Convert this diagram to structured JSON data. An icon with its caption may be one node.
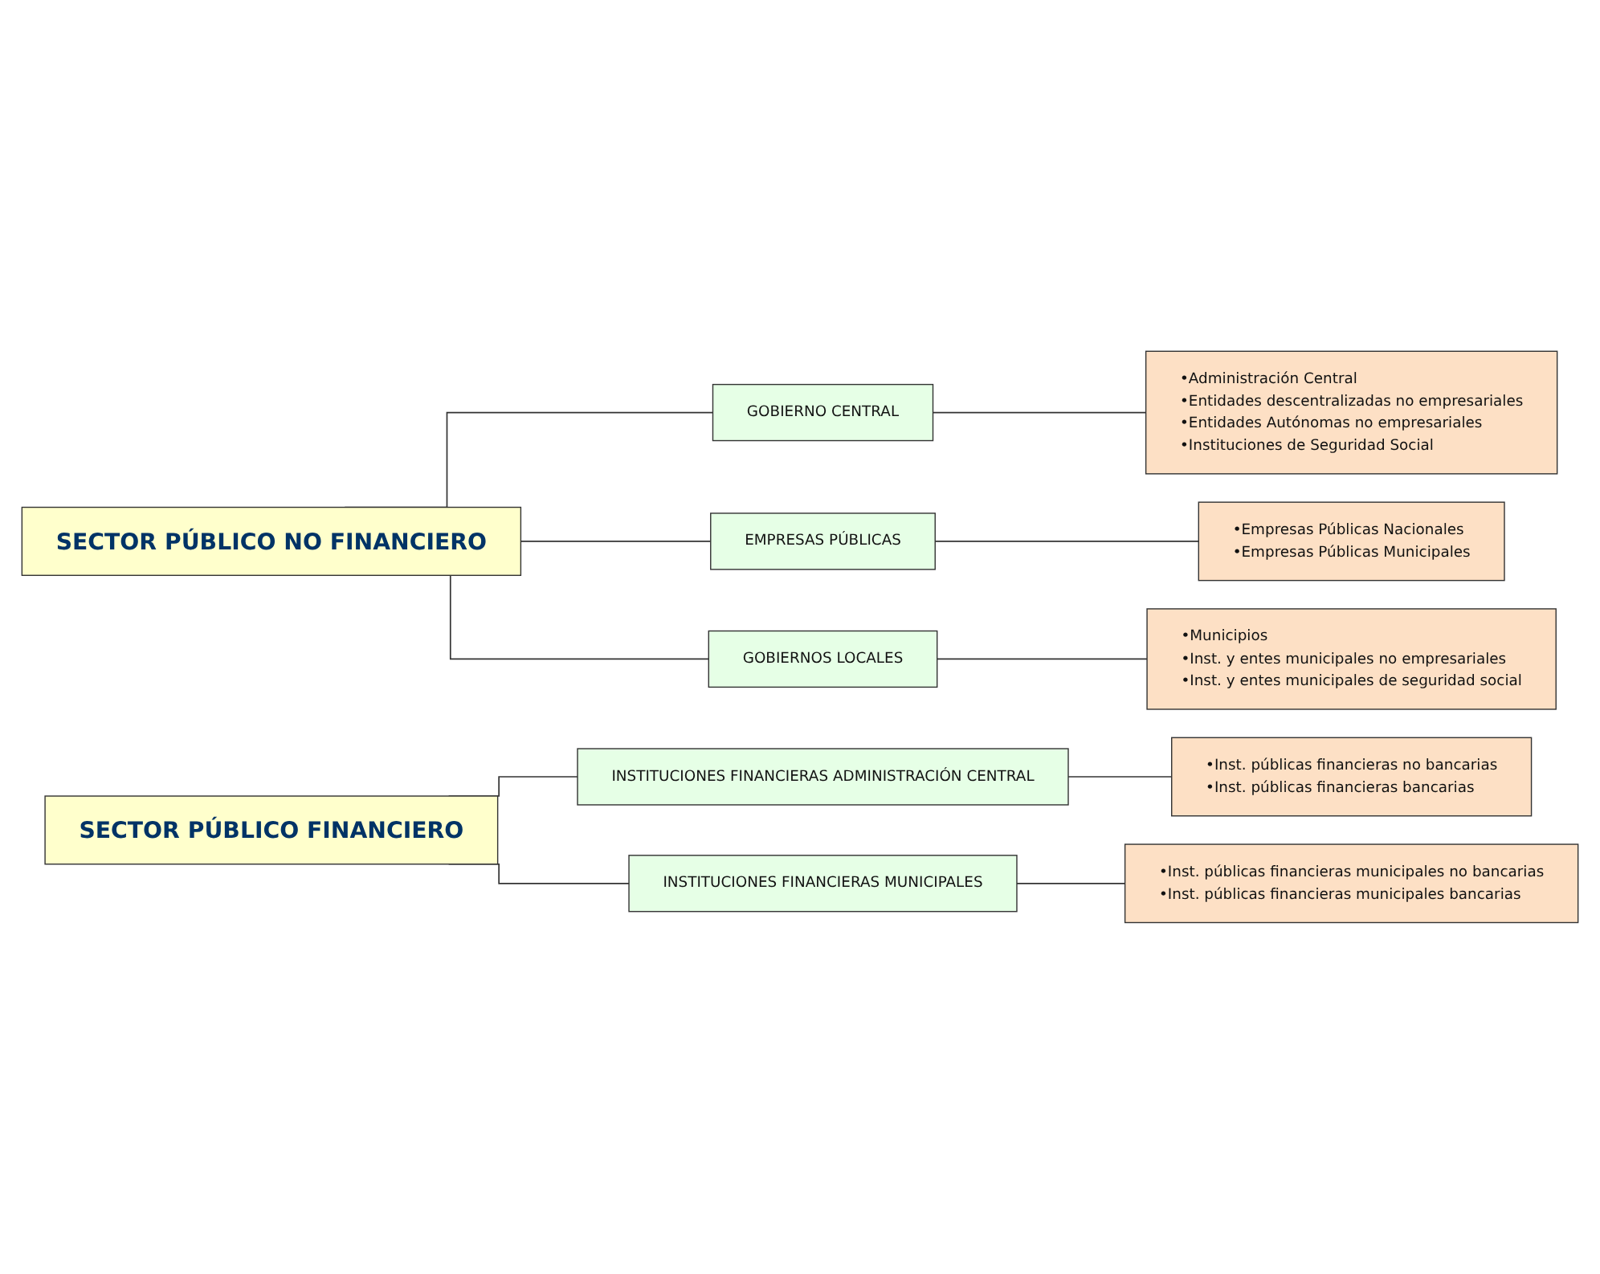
{
  "diagram": {
    "nodes": [
      {
        "text": [
          "SECTOR PÚBLICO NO FINANCIERO"
        ]
      },
      {
        "text": [
          "GOBIERNO CENTRAL"
        ]
      },
      {
        "text": [
          "•Administración Central",
          "•Entidades descentralizadas no empresariales",
          "•Entidades Autónomas no empresariales",
          "•Instituciones de Seguridad Social"
        ]
      },
      {
        "text": [
          "EMPRESAS PÚBLICAS"
        ]
      },
      {
        "text": [
          "•Empresas Públicas Nacionales",
          "•Empresas Públicas Municipales"
        ]
      },
      {
        "text": [
          "GOBIERNOS LOCALES"
        ]
      },
      {
        "text": [
          "•Municipios",
          "•Inst. y entes municipales no empresariales",
          "•Inst. y entes municipales de seguridad social"
        ]
      },
      {
        "text": [
          "SECTOR PÚBLICO FINANCIERO"
        ]
      },
      {
        "text": [
          "INSTITUCIONES FINANCIERAS ADMINISTRACIÓN CENTRAL"
        ]
      },
      {
        "text": [
          "•Inst. públicas financieras no bancarias",
          "•Inst. públicas financieras bancarias"
        ]
      },
      {
        "text": [
          "INSTITUCIONES FINANCIERAS MUNICIPALES"
        ]
      },
      {
        "text": [
          "•Inst. públicas financieras municipales no bancarias",
          "•Inst. públicas financieras municipales bancarias"
        ]
      }
    ],
    "edges": [
      {
        "from": 0,
        "to": 1,
        "arrow": "none"
      },
      {
        "from": 0,
        "to": 3,
        "arrow": "none"
      },
      {
        "from": 0,
        "to": 5,
        "arrow": "none"
      },
      {
        "from": 1,
        "to": 2,
        "arrow": "none"
      },
      {
        "from": 3,
        "to": 4,
        "arrow": "none"
      },
      {
        "from": 5,
        "to": 6,
        "arrow": "none"
      },
      {
        "from": 7,
        "to": 8,
        "arrow": "none"
      },
      {
        "from": 7,
        "to": 10,
        "arrow": "none"
      },
      {
        "from": 8,
        "to": 9,
        "arrow": "none"
      },
      {
        "from": 10,
        "to": 11,
        "arrow": "none"
      }
    ]
  }
}
